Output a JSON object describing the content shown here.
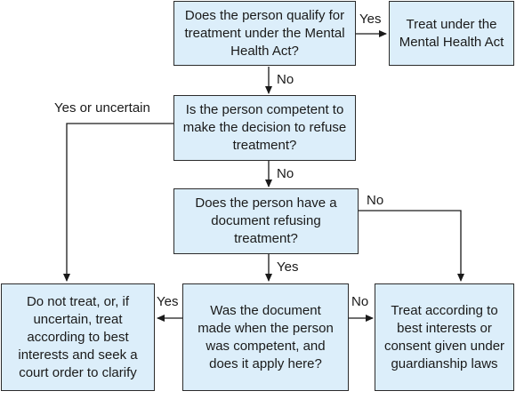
{
  "nodes": {
    "q_mha": "Does the person qualify for treatment under the Mental Health Act?",
    "treat_mha": "Treat under the Mental Health Act",
    "q_competent": "Is the person competent to make the decision to refuse treatment?",
    "q_document": "Does the person have a document refusing treatment?",
    "q_doc_valid": "Was the document made when the person was competent, and does it apply here?",
    "do_not_treat": "Do not treat, or, if uncertain, treat according to best interests and seek a court order to clarify",
    "treat_best": "Treat according to best interests or consent given under guardianship laws"
  },
  "edge_labels": {
    "yes_mha": "Yes",
    "no_mha": "No",
    "yes_or_uncertain": "Yes or uncertain",
    "no_competent": "No",
    "no_document": "No",
    "yes_document": "Yes",
    "yes_doc_valid": "Yes",
    "no_doc_valid": "No"
  },
  "colors": {
    "box_fill": "#dceefa",
    "box_border": "#2b2b2b",
    "line": "#1a1a1a"
  }
}
